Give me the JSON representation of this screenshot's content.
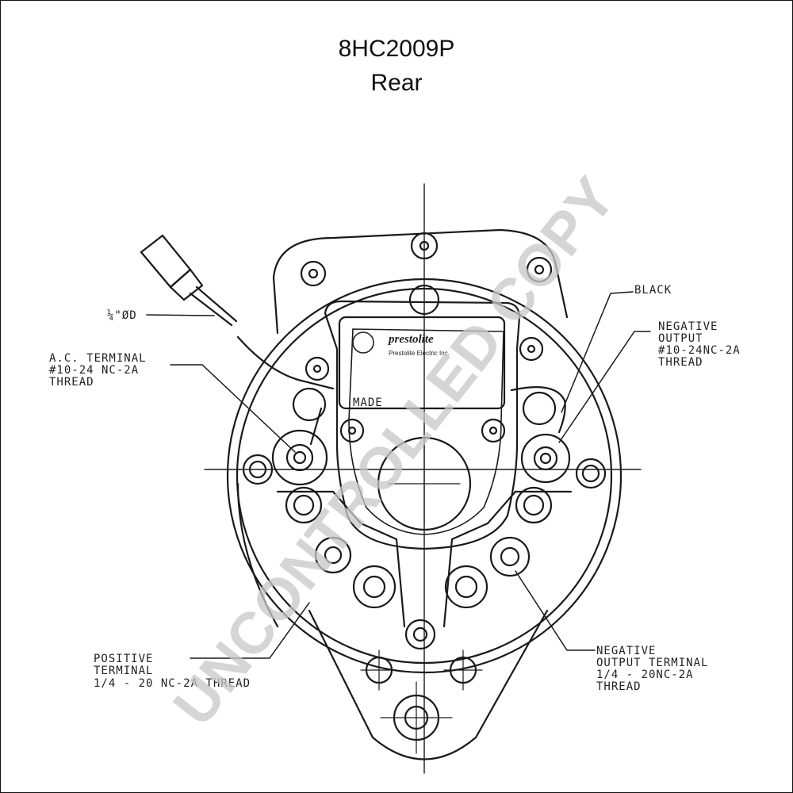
{
  "title": {
    "part_number": "8HC2009P",
    "view": "Rear"
  },
  "labels": {
    "stud": "¼\"ØD",
    "ac_terminal": [
      "A.C. TERMINAL",
      "#10-24 NC-2A",
      "THREAD"
    ],
    "black": "BLACK",
    "negative_output": [
      "NEGATIVE",
      "OUTPUT",
      "#10-24NC-2A",
      "THREAD"
    ],
    "positive_terminal": [
      "POSITIVE",
      "TERMINAL",
      "1/4 - 20 NC-2A THREAD"
    ],
    "negative_output_terminal": [
      "NEGATIVE",
      "OUTPUT TERMINAL",
      "1/4 - 20NC-2A",
      "THREAD"
    ]
  },
  "regulator_plate": {
    "brand": "prestolite",
    "subtitle": "Prestolite Electric Inc.",
    "made": "MADE"
  },
  "watermark": "UNCONTROLLED COPY"
}
